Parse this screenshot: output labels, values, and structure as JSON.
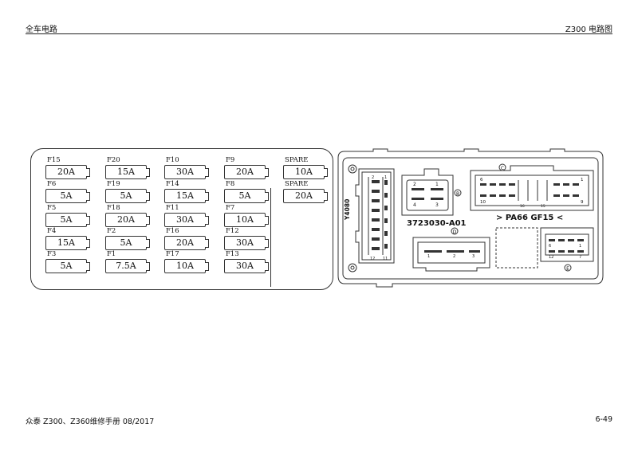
{
  "header": {
    "left": "全车电路",
    "right": "Z300 电路图"
  },
  "footer": {
    "left": "众泰 Z300、Z360维修手册 08/2017",
    "right": "6-49"
  },
  "fuse_panel": {
    "columns": [
      [
        {
          "code": "F15",
          "rating": "20A"
        },
        {
          "code": "F6",
          "rating": "5A"
        },
        {
          "code": "F5",
          "rating": "5A"
        },
        {
          "code": "F4",
          "rating": "15A"
        },
        {
          "code": "F3",
          "rating": "5A"
        }
      ],
      [
        {
          "code": "F20",
          "rating": "15A"
        },
        {
          "code": "F19",
          "rating": "5A"
        },
        {
          "code": "F18",
          "rating": "20A"
        },
        {
          "code": "F2",
          "rating": "5A"
        },
        {
          "code": "F1",
          "rating": "7.5A"
        }
      ],
      [
        {
          "code": "F10",
          "rating": "30A"
        },
        {
          "code": "F14",
          "rating": "15A"
        },
        {
          "code": "F11",
          "rating": "30A"
        },
        {
          "code": "F16",
          "rating": "20A"
        },
        {
          "code": "F17",
          "rating": "10A"
        }
      ],
      [
        {
          "code": "F9",
          "rating": "20A"
        },
        {
          "code": "F8",
          "rating": "5A"
        },
        {
          "code": "F7",
          "rating": "10A"
        },
        {
          "code": "F12",
          "rating": "30A"
        },
        {
          "code": "F13",
          "rating": "30A"
        }
      ],
      [
        {
          "code": "SPARE",
          "rating": "10A"
        },
        {
          "code": "SPARE",
          "rating": "20A"
        }
      ]
    ]
  },
  "relay_box": {
    "part_number": "3723030-A01",
    "material": "> PA66  GF15 <",
    "connector_code": "Y4080",
    "connector_labels": {
      "b": "B",
      "c": "C",
      "d": "D",
      "e": "E"
    },
    "pins_b": [
      "2",
      "1",
      "4",
      "3"
    ],
    "pins_c": [
      "6",
      "1",
      "10",
      "9",
      "16",
      "15"
    ],
    "pins_a": [
      "1",
      "2",
      "11",
      "12"
    ],
    "pins_e": [
      "6",
      "1",
      "12",
      "7"
    ],
    "pins_d": [
      "1",
      "2",
      "3"
    ]
  }
}
